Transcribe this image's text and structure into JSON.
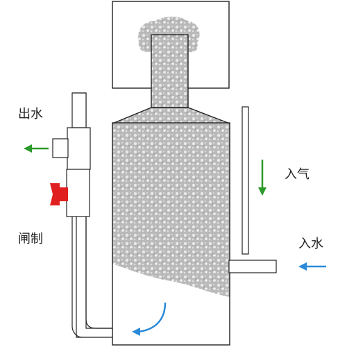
{
  "labels": {
    "water_outlet": "出水",
    "valve": "闸制",
    "air_inlet": "入气",
    "water_inlet": "入水"
  },
  "colors": {
    "outline": "#222222",
    "foam_fill": "#b8b8b8",
    "valve_handle": "#e02020",
    "outflow_arrow": "#2a9a2a",
    "air_arrow": "#2a9a2a",
    "water_arrow": "#2a8ad8",
    "circulation_arrow": "#2a8ad8"
  }
}
